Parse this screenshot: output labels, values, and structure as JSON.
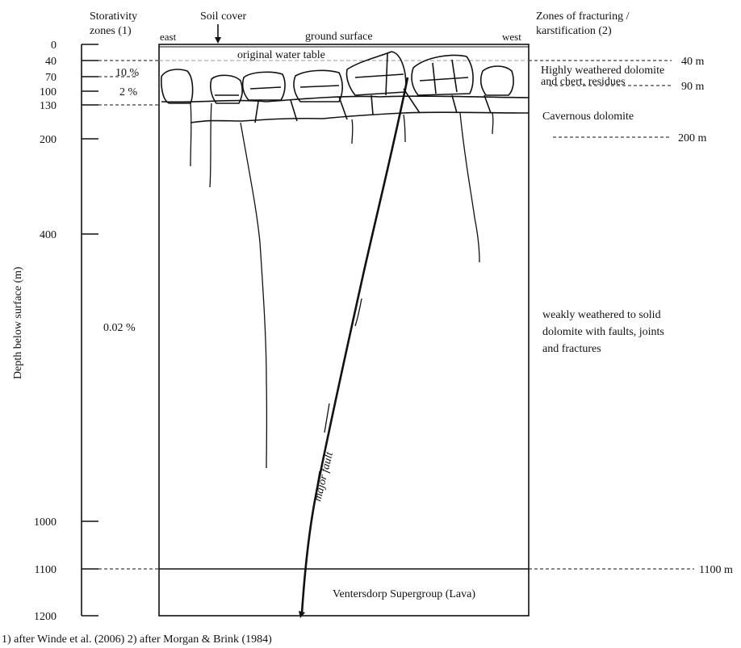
{
  "left_header": {
    "line1": "Storativity",
    "line2": "zones (1)"
  },
  "right_header": {
    "line1": "Zones of fracturing /",
    "line2": "karstification (2)"
  },
  "soil_cover": "Soil cover",
  "direction": {
    "left": "east",
    "right": "west"
  },
  "ground_surface": "ground surface",
  "water_table": "original water table",
  "axis": {
    "label": "Depth below surface (m)",
    "ticks": [
      "0",
      "40",
      "70",
      "100",
      "130",
      "200",
      "400",
      "1000",
      "1100",
      "1200"
    ]
  },
  "storativity": {
    "high": "10 %",
    "mid": "2 %",
    "low": "0.02 %"
  },
  "zones": {
    "z1": "Highly weathered dolomite",
    "z1b": "and chert, residues",
    "z2": "Cavernous dolomite",
    "z3a": "weakly weathered to solid",
    "z3b": "dolomite with faults, joints",
    "z3c": "and fractures",
    "ventersdorp": "Ventersdorp Supergroup (Lava)"
  },
  "depth_markers": {
    "m40": "40 m",
    "m90": "90 m",
    "m200": "200 m",
    "m1100": "1100 m"
  },
  "fault_label": "major fault",
  "footnote": "1) after Winde et al. (2006)  2) after Morgan & Brink (1984)"
}
